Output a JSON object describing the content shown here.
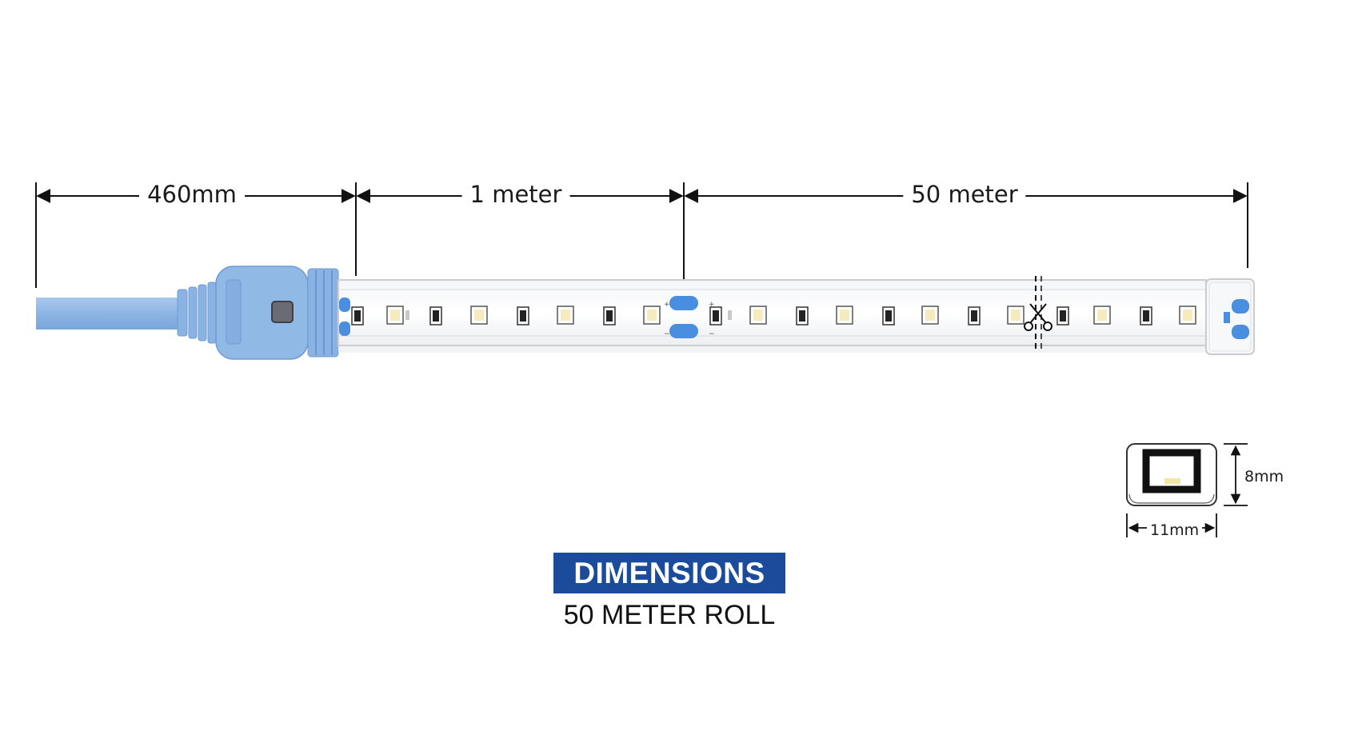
{
  "dimensions": {
    "cable_length": "460mm",
    "segment_length": "1 meter",
    "total_length": "50 meter",
    "profile_height": "8mm",
    "profile_width": "11mm"
  },
  "caption": {
    "title": "DIMENSIONS",
    "subtitle": "50 METER ROLL"
  },
  "icons": {
    "cut_mark": "scissors-icon"
  },
  "colors": {
    "badge": "#1b4b9b",
    "connector": "#8fb8e6",
    "connector_dark": "#4a8ee0",
    "strip_border": "#c9cdd2",
    "led_warm": "#f6ebbd",
    "chip": "#222222"
  }
}
